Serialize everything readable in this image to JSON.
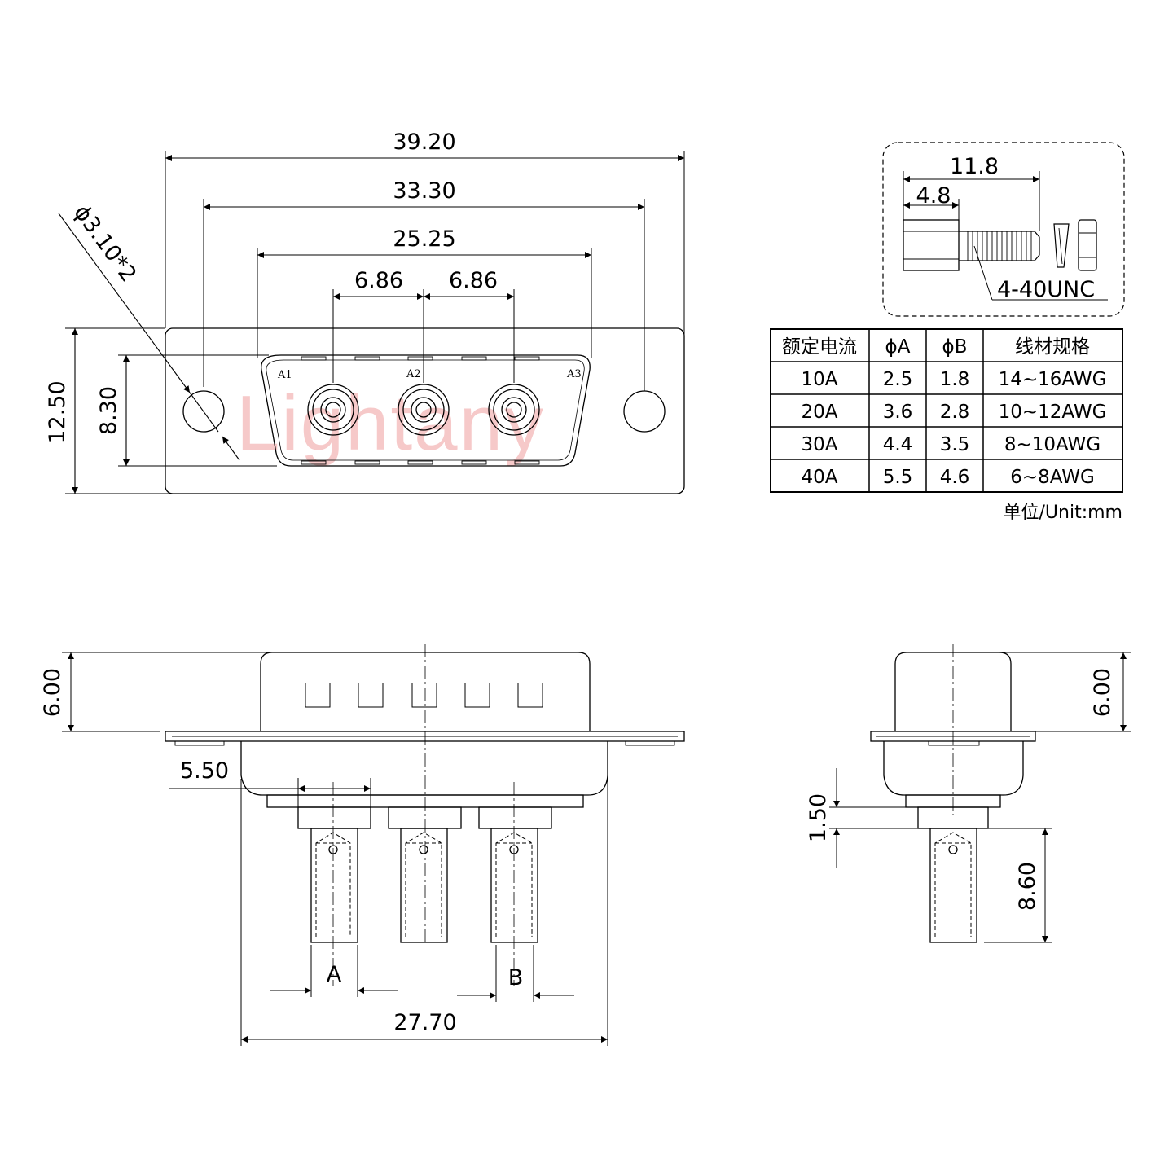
{
  "watermark": "Lightany",
  "front_view": {
    "dims": {
      "overall_width": "39.20",
      "hole_spacing": "33.30",
      "shell_width": "25.25",
      "pitch_1": "6.86",
      "pitch_2": "6.86",
      "hole_dia": "ϕ3.10*2",
      "flange_height": "12.50",
      "shell_height": "8.30"
    },
    "contacts": [
      "A1",
      "A2",
      "A3"
    ]
  },
  "screw_detail": {
    "length": "11.8",
    "hex_length": "4.8",
    "thread": "4-40UNC"
  },
  "spec_table": {
    "headers": [
      "额定电流",
      "ϕA",
      "ϕB",
      "线材规格"
    ],
    "rows": [
      [
        "10A",
        "2.5",
        "1.8",
        "14~16AWG"
      ],
      [
        "20A",
        "3.6",
        "2.8",
        "10~12AWG"
      ],
      [
        "30A",
        "4.4",
        "3.5",
        "8~10AWG"
      ],
      [
        "40A",
        "5.5",
        "4.6",
        "6~8AWG"
      ]
    ],
    "unit": "单位/Unit:mm"
  },
  "bottom_view": {
    "dims": {
      "shell_depth": "6.00",
      "pitch": "5.50",
      "label_a": "A",
      "label_b": "B",
      "overall_width": "27.70"
    }
  },
  "side_view": {
    "dims": {
      "shell_depth": "6.00",
      "standoff": "1.50",
      "pin_length": "8.60"
    }
  }
}
